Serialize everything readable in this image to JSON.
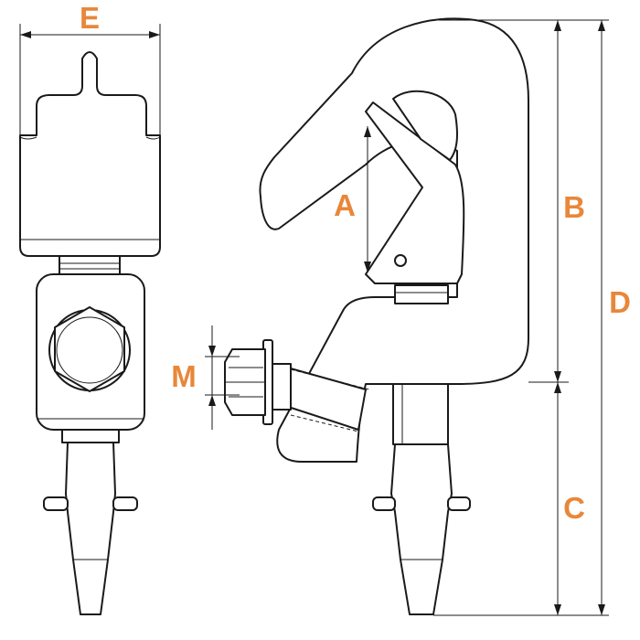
{
  "labels": {
    "E": "E",
    "A": "A",
    "B": "B",
    "D": "D",
    "M": "M",
    "C": "C"
  },
  "colors": {
    "label": "#e8873a",
    "line": "#1a1a1a",
    "background": "#ffffff"
  }
}
